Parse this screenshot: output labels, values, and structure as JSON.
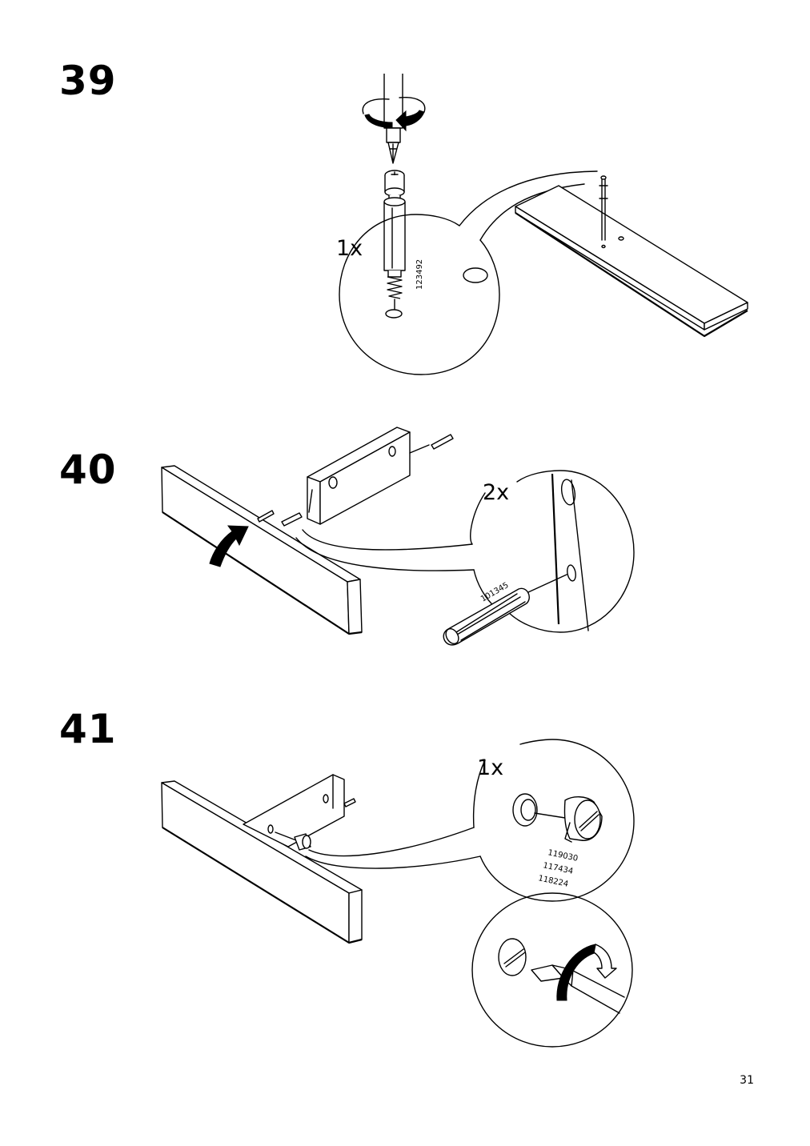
{
  "steps": [
    {
      "number": "39",
      "quantity": "1x",
      "part_numbers": [
        "123492"
      ]
    },
    {
      "number": "40",
      "quantity": "2x",
      "part_numbers": [
        "101345"
      ]
    },
    {
      "number": "41",
      "quantity": "1x",
      "part_numbers": [
        "119030",
        "117434",
        "118224"
      ]
    }
  ],
  "page_number": "31",
  "icons": {
    "step39": [
      "screwdriver-icon",
      "rotate-arrow-icon",
      "cam-bolt-icon",
      "board-panel-icon"
    ],
    "step40": [
      "board-panel-icon",
      "dowel-icon",
      "flip-arrow-icon"
    ],
    "step41": [
      "board-panel-icon",
      "cam-lock-icon",
      "screwdriver-tip-icon",
      "rotate-arrow-icon"
    ]
  }
}
